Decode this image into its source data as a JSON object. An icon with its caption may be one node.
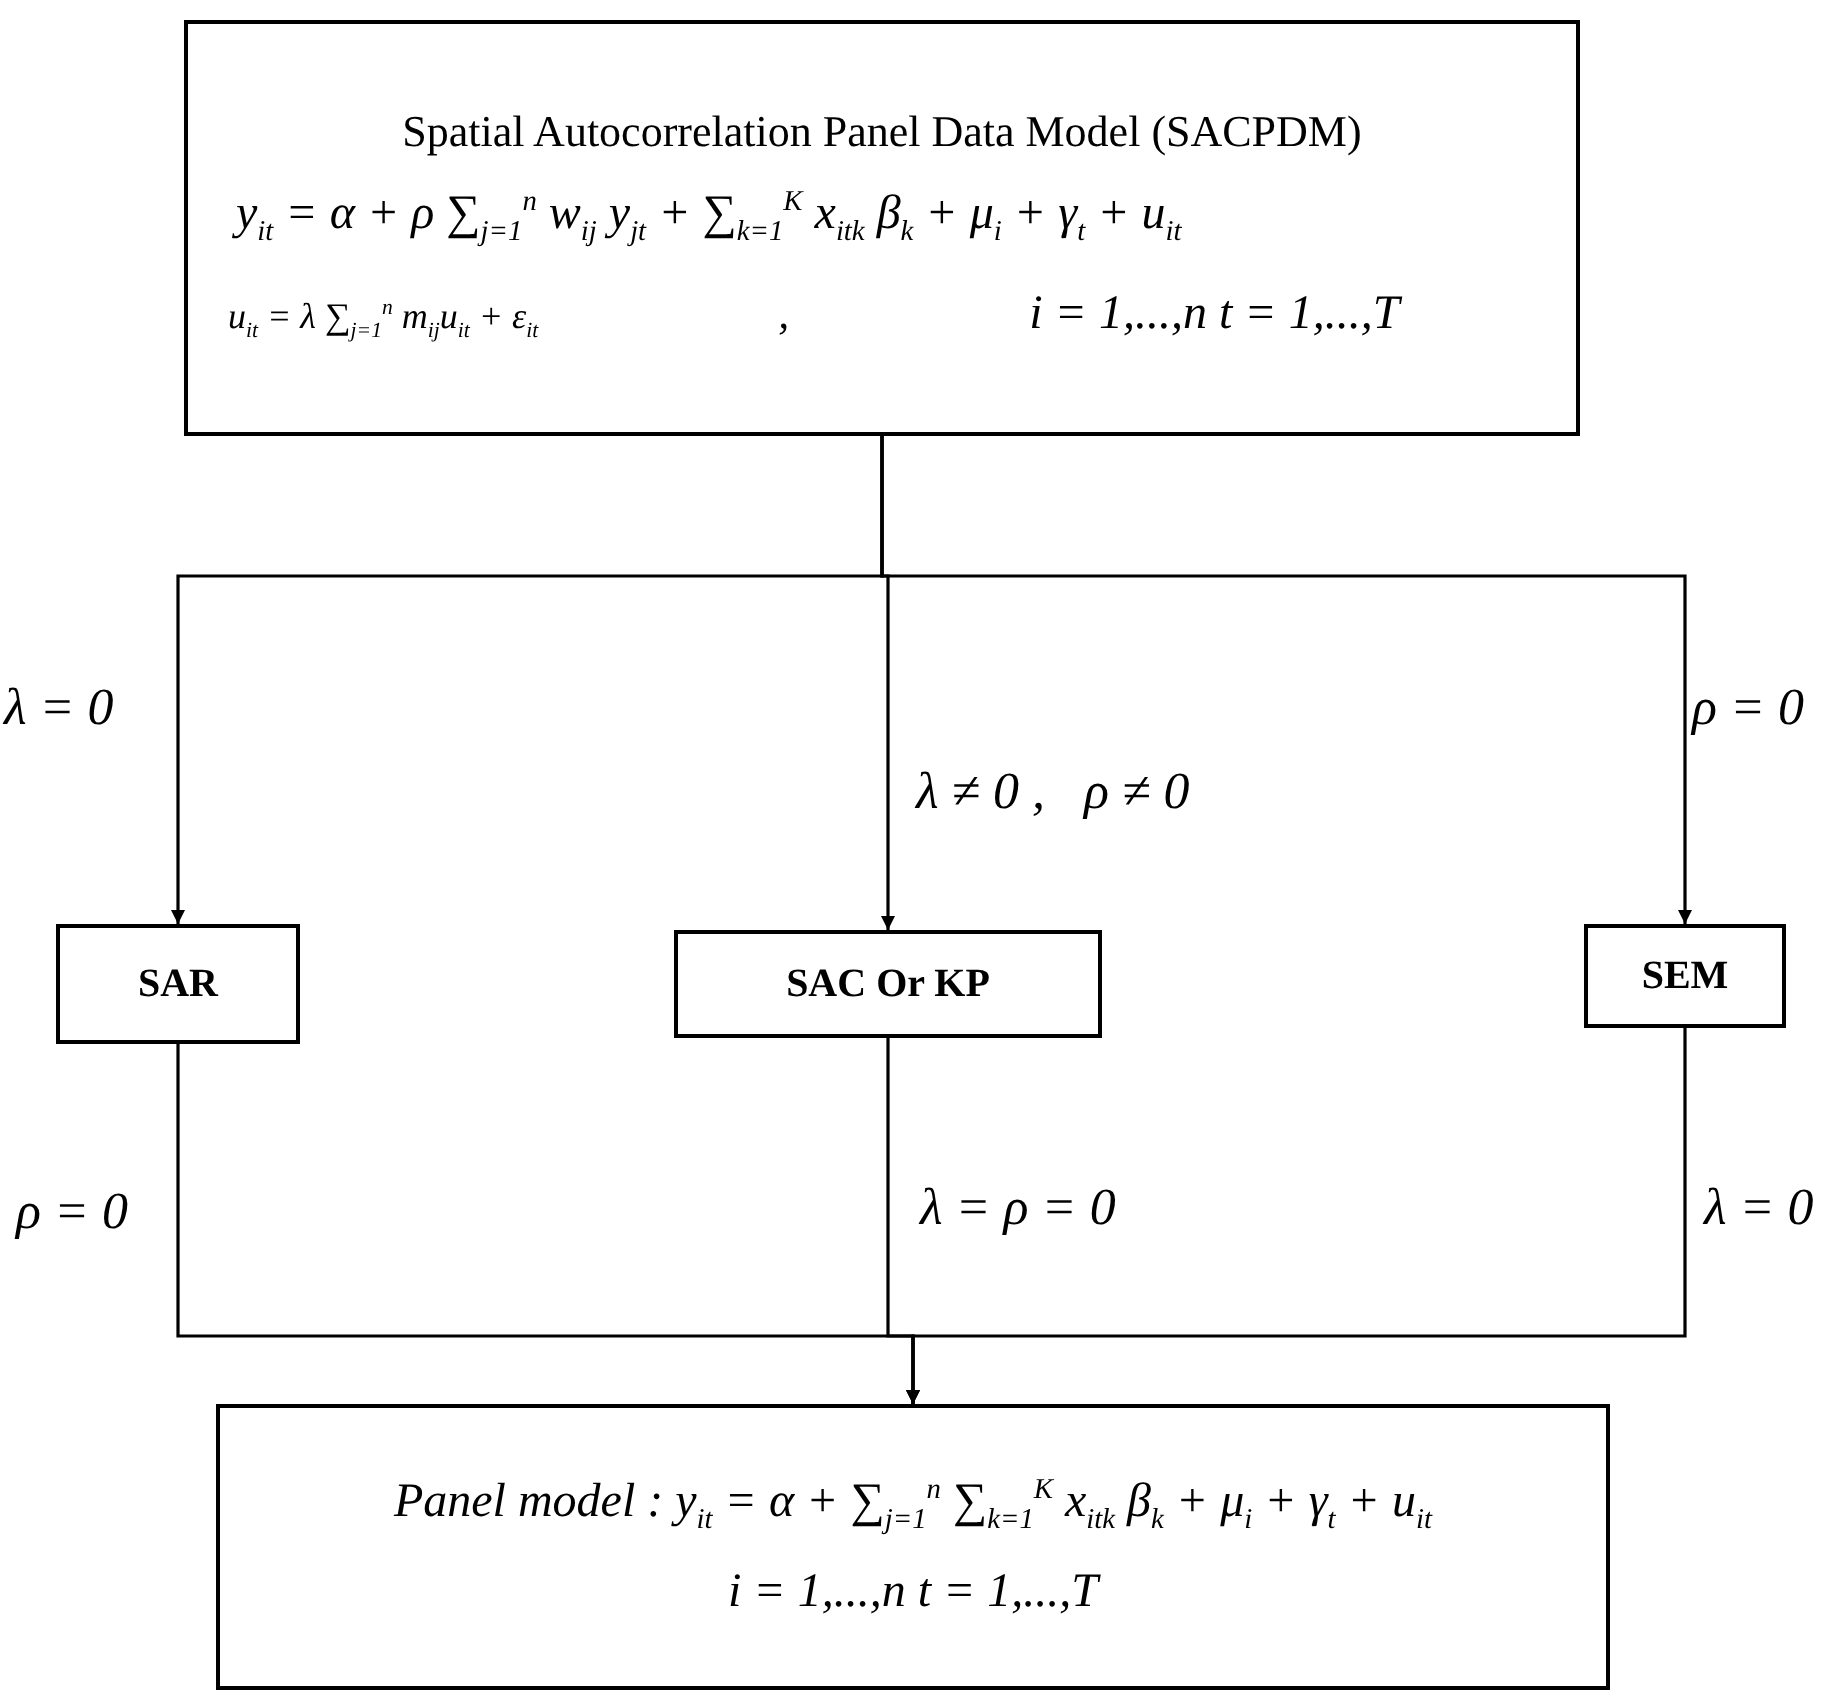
{
  "diagram": {
    "nodes": [
      {
        "text": [
          "Spatial Autocorrelation Panel Data Model (SACPDM)",
          "y$_{it}$ = α + ρ ∑$_{j=1}$$^{n}$ w$_{ij}$ y$_{jt}$ + ∑$_{k=1}$$^{K}$ x$_{itk}$ β$_{k}$ + μ$_{i}$ + γ$_{t}$ + u$_{it}$",
          "u$_{it}$ = λ ∑$_{j=1}$$^{n}$ m$_{ij}$u$_{it}$ + ε$_{it}$",
          ",",
          "i = 1,...,n   t = 1,...,T"
        ]
      },
      {
        "text": [
          "SAR"
        ]
      },
      {
        "text": [
          "SAC Or KP"
        ]
      },
      {
        "text": [
          "SEM"
        ]
      },
      {
        "text": [
          "Panel model : y$_{it}$ = α + ∑$_{j=1}$$^{n}$ ∑$_{k=1}$$^{K}$ x$_{itk}$ β$_{k}$ + μ$_{i}$ + γ$_{t}$ + u$_{it}$",
          "i = 1,...,n   t = 1,...,T"
        ]
      }
    ],
    "edges": [
      {
        "from": 0,
        "to": 1,
        "arrow": "to",
        "label": "λ = 0"
      },
      {
        "from": 0,
        "to": 2,
        "arrow": "to",
        "label": "λ ≠ 0 ,   ρ ≠ 0"
      },
      {
        "from": 0,
        "to": 3,
        "arrow": "to",
        "label": "ρ = 0"
      },
      {
        "from": 1,
        "to": 4,
        "arrow": "to",
        "label": "ρ = 0"
      },
      {
        "from": 2,
        "to": 4,
        "arrow": "to",
        "label": "λ = ρ = 0"
      },
      {
        "from": 3,
        "to": 4,
        "arrow": "to",
        "label": "λ = 0"
      }
    ]
  }
}
